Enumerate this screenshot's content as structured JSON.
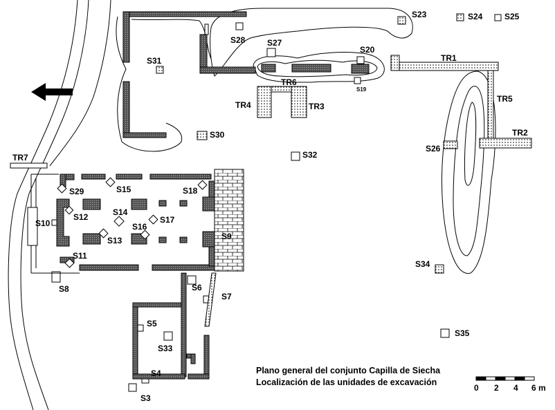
{
  "units": {
    "S3": "S3",
    "S4": "S4",
    "S5": "S5",
    "S6": "S6",
    "S7": "S7",
    "S8": "S8",
    "S9": "S9",
    "S10": "S10",
    "S11": "S11",
    "S12": "S12",
    "S13": "S13",
    "S14": "S14",
    "S15": "S15",
    "S16": "S16",
    "S17": "S17",
    "S18": "S18",
    "S19": "S19",
    "S20": "S20",
    "S23": "S23",
    "S24": "S24",
    "S25": "S25",
    "S26": "S26",
    "S27": "S27",
    "S28": "S28",
    "S29": "S29",
    "S30": "S30",
    "S31": "S31",
    "S32": "S32",
    "S33": "S33",
    "S34": "S34",
    "S35": "S35"
  },
  "trenches": {
    "TR1": "TR1",
    "TR2": "TR2",
    "TR3": "TR3",
    "TR4": "TR4",
    "TR5": "TR5",
    "TR6": "TR6",
    "TR7": "TR7"
  },
  "caption": {
    "title": "Plano general del conjunto Capilla de Siecha",
    "subtitle": "Localización de las unidades de excavación"
  },
  "scale_bar": {
    "labels": [
      "0",
      "2",
      "4",
      "6 m"
    ]
  },
  "north_arrow": {
    "icon": "arrow-left-icon"
  },
  "colors": {
    "ink": "#000000",
    "wall": "#555555",
    "background": "#ffffff"
  }
}
